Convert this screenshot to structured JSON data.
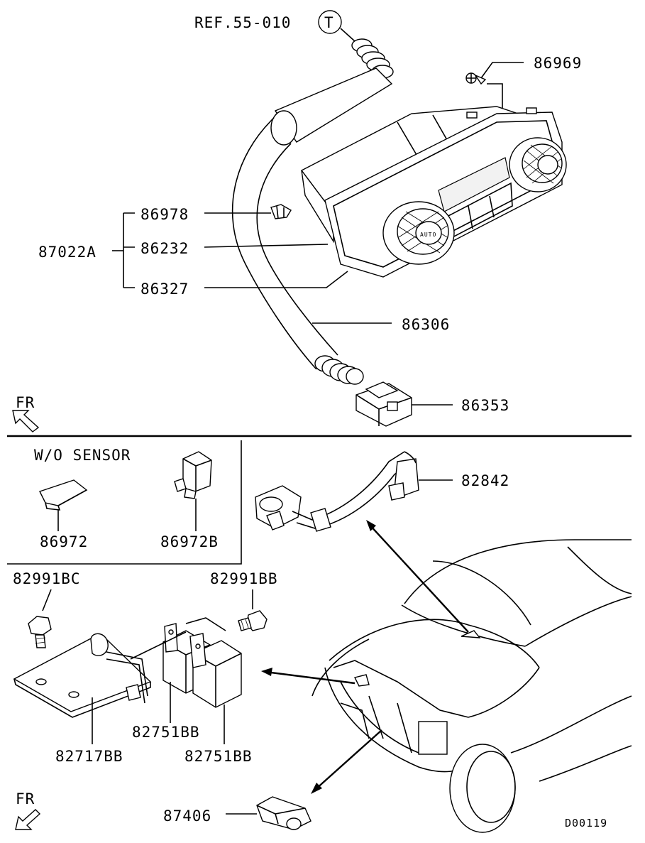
{
  "ref": {
    "text": "REF.55-010",
    "circle_letter": "T"
  },
  "labels": {
    "p86969": "86969",
    "p86978": "86978",
    "p87022A": "87022A",
    "p86232": "86232",
    "p86327": "86327",
    "p86306": "86306",
    "p86353": "86353",
    "p82842": "82842",
    "p86972": "86972",
    "p86972B": "86972B",
    "p82991BC": "82991BC",
    "p82991BB": "82991BB",
    "p82717BB": "82717BB",
    "p82751BB_a": "82751BB",
    "p82751BB_b": "82751BB",
    "p87406": "87406"
  },
  "wo_sensor": "W/O SENSOR",
  "fr_top": "FR",
  "fr_bottom": "FR",
  "diagram_code": "D00119",
  "panel_text": {
    "auto": "AUTO"
  }
}
